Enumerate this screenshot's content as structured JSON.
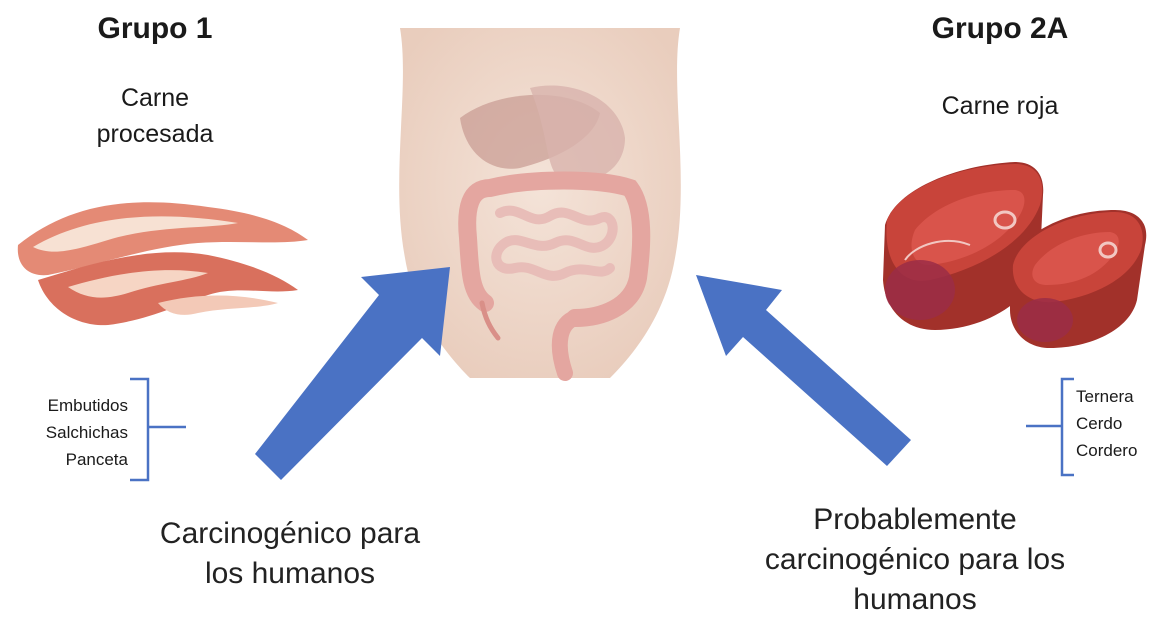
{
  "left": {
    "group": "Grupo 1",
    "meat": [
      "Carne",
      "procesada"
    ],
    "examples": [
      "Embutidos",
      "Salchichas",
      "Panceta"
    ],
    "caption": [
      "Carcinogénico para",
      "los humanos"
    ]
  },
  "right": {
    "group": "Grupo 2A",
    "meat": [
      "Carne roja"
    ],
    "examples": [
      "Ternera",
      "Cerdo",
      "Cordero"
    ],
    "caption": [
      "Probablemente",
      "carcinogénico para los",
      "humanos"
    ]
  },
  "colors": {
    "arrow": "#4a72c4",
    "bracket": "#4a72c4",
    "red_meat": "#b83a33",
    "bacon": "#e48a75"
  },
  "icons": [
    "bacon-icon",
    "digestive-system-icon",
    "red-meat-steak-icon"
  ]
}
